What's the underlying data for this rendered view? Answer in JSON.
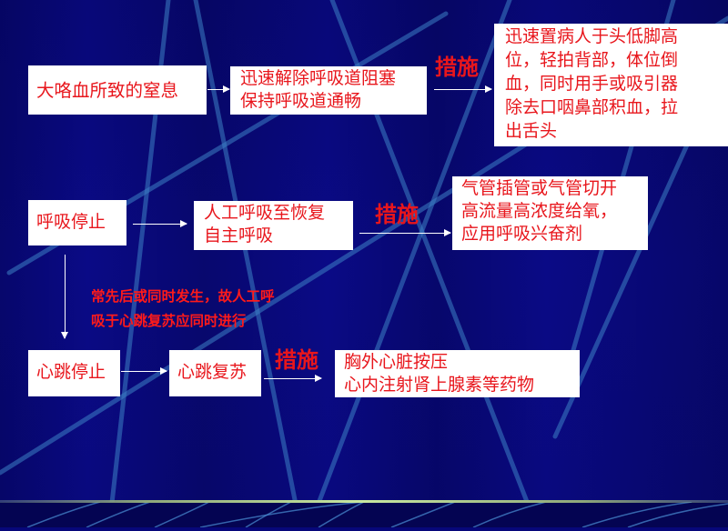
{
  "slide": {
    "background_color": "#07077a",
    "text_color": "#e8161c",
    "box_color": "#ffffff"
  },
  "flow": {
    "row1": {
      "cause": "大咯血所致的窒息",
      "principle": "迅速解除呼吸道阻塞\n保持呼吸道通畅",
      "measure_label": "措施",
      "measures": "迅速置病人于头低脚高\n位，轻拍背部，体位倒\n血，同时用手或吸引器\n除去口咽鼻部积血，拉\n出舌头"
    },
    "row2": {
      "cause": "呼吸停止",
      "principle": "人工呼吸至恢复\n自主呼吸",
      "measure_label": "措施",
      "measures": "气管插管或气管切开\n高流量高浓度给氧，\n应用呼吸兴奋剂"
    },
    "note": "常先后或同时发生，故人工呼\n吸于心跳复苏应同时进行",
    "row3": {
      "cause": "心跳停止",
      "principle": "心跳复苏",
      "measure_label": "措施",
      "measures": "胸外心脏按压\n心内注射肾上腺素等药物"
    }
  }
}
